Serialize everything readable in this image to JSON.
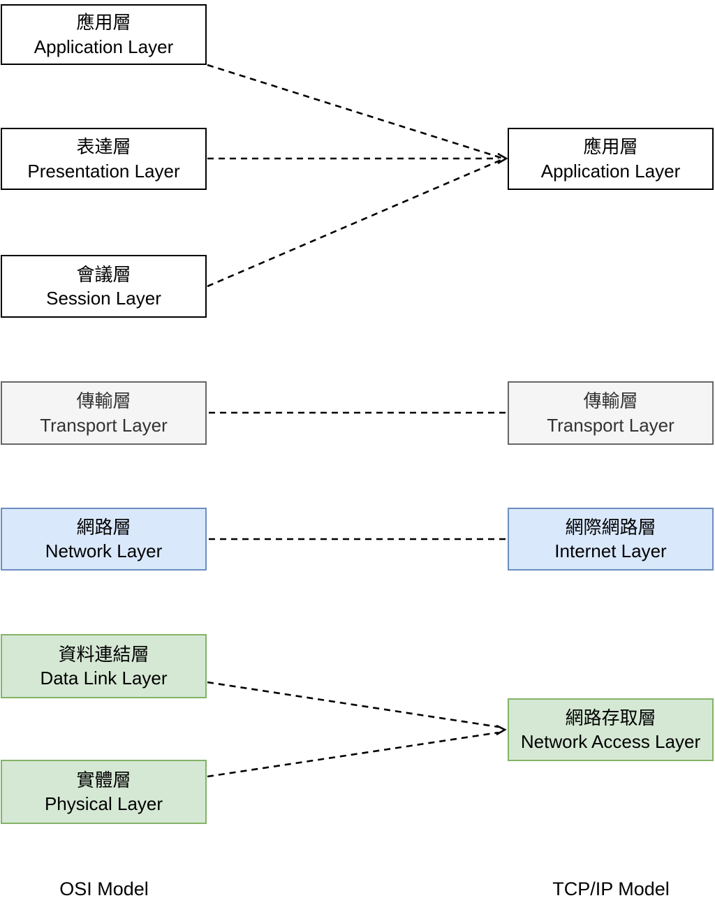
{
  "diagram": {
    "title_implicit": "OSI vs TCP/IP layer mapping",
    "osi": {
      "label": "OSI Model",
      "layers": [
        {
          "zh": "應用層",
          "en": "Application Layer",
          "style": "white"
        },
        {
          "zh": "表達層",
          "en": "Presentation Layer",
          "style": "white"
        },
        {
          "zh": "會議層",
          "en": "Session Layer",
          "style": "white"
        },
        {
          "zh": "傳輸層",
          "en": "Transport Layer",
          "style": "gray"
        },
        {
          "zh": "網路層",
          "en": "Network Layer",
          "style": "blue"
        },
        {
          "zh": "資料連結層",
          "en": "Data Link Layer",
          "style": "green"
        },
        {
          "zh": "實體層",
          "en": "Physical Layer",
          "style": "green"
        }
      ]
    },
    "tcpip": {
      "label": "TCP/IP Model",
      "layers": [
        {
          "zh": "應用層",
          "en": "Application Layer",
          "style": "white"
        },
        {
          "zh": "傳輸層",
          "en": "Transport Layer",
          "style": "gray"
        },
        {
          "zh": "網際網路層",
          "en": "Internet Layer",
          "style": "blue"
        },
        {
          "zh": "網路存取層",
          "en": "Network Access Layer",
          "style": "green"
        }
      ]
    },
    "connections": [
      {
        "from": "Application Layer (OSI)",
        "to": "Application Layer (TCP/IP)",
        "line": "dashed-arrow"
      },
      {
        "from": "Presentation Layer (OSI)",
        "to": "Application Layer (TCP/IP)",
        "line": "dashed-arrow"
      },
      {
        "from": "Session Layer (OSI)",
        "to": "Application Layer (TCP/IP)",
        "line": "dashed-arrow"
      },
      {
        "from": "Transport Layer (OSI)",
        "to": "Transport Layer (TCP/IP)",
        "line": "dashed"
      },
      {
        "from": "Network Layer (OSI)",
        "to": "Internet Layer (TCP/IP)",
        "line": "dashed"
      },
      {
        "from": "Data Link Layer (OSI)",
        "to": "Network Access Layer (TCP/IP)",
        "line": "dashed-arrow"
      },
      {
        "from": "Physical Layer (OSI)",
        "to": "Network Access Layer (TCP/IP)",
        "line": "dashed-arrow"
      }
    ],
    "colors": {
      "white_fill": "#ffffff",
      "white_border": "#000000",
      "gray_fill": "#f5f5f5",
      "gray_border": "#666666",
      "gray_text": "#333333",
      "blue_fill": "#dae8fc",
      "blue_border": "#6c8ebf",
      "green_fill": "#d5e8d4",
      "green_border": "#82b366",
      "line": "#000000"
    }
  }
}
